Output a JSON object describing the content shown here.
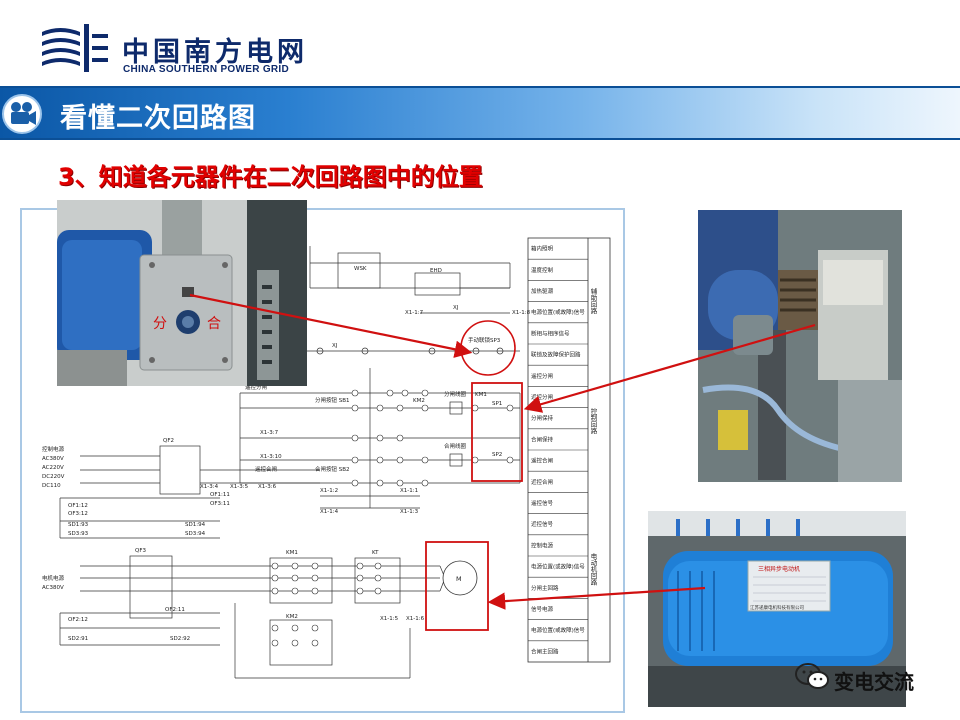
{
  "logo": {
    "name_cn": "中国南方电网",
    "name_en": "CHINA SOUTHERN POWER GRID"
  },
  "header": {
    "title": "看懂二次回路图",
    "icon": "camera-icon"
  },
  "subtitle": "3、知道各元器件在二次回路图中的位置",
  "photos": {
    "switch_labels": {
      "open": "分",
      "close": "合"
    },
    "motor_nameplate": {
      "title": "三相异步电动机",
      "maker": "江苏递康电机科技有限公司"
    }
  },
  "diagram": {
    "table_rows": [
      "箱内照明",
      "温度控制",
      "加热驱潮",
      "电源位置(或故障)信号",
      "断相与相序信号",
      "联锁及故障保护回路",
      "遥控分闸",
      "近控分闸",
      "分闸保持",
      "合闸保持",
      "遥控合闸",
      "近控合闸",
      "遥控信号",
      "近控信号",
      "控制电源",
      "电源位置(或故障)信号",
      "分闸主回路",
      "信号电源",
      "电源位置(或故障)信号",
      "合闸主回路"
    ],
    "side_labels": {
      "aux": "辅助回路",
      "control": "控制回路",
      "motor": "电动机回路"
    },
    "labels": {
      "wsk": "WSK",
      "ehd": "EHD",
      "xj": "XJ",
      "x1_17": "X1-1:7",
      "x1_18": "X1-1:8",
      "manual_lock": "手动联锁SP3",
      "xj2": "XJ",
      "remote_open": "遥控分闸",
      "open_btn": "分闸按钮 SB1",
      "km2": "KM2",
      "open_limit": "分闸线圈",
      "km1_label": "KM1",
      "sp1": "SP1",
      "sp2": "SP2",
      "x1_37": "X1-3:7",
      "x1_310": "X1-3:10",
      "remote_close": "遥控合闸",
      "close_btn": "合闸按钮 SB2",
      "close_limit": "合闸线圈",
      "x1_12": "X1-1:2",
      "x1_11": "X1-1:1",
      "x1_14": "X1-1:4",
      "x1_13": "X1-1:3",
      "ctrl_power": "控制电源",
      "ac380": "AC380V",
      "ac220": "AC220V",
      "dc220": "DC220V",
      "dc110": "DC110",
      "qf2": "QF2",
      "of1_11": "OF1:11",
      "of1_12": "OF1:12",
      "of3_11": "OF3:11",
      "of3_12": "OF3:12",
      "x1_34": "X1-3:4",
      "x1_35": "X1-3:5",
      "x1_36": "X1-3:6",
      "sd1_93": "SD1:93",
      "sd3_93": "SD3:93",
      "sd1_94": "SD1:94",
      "sd3_94": "SD3:94",
      "motor_power": "电机电源",
      "ac380v": "AC380V",
      "qf3": "QF3",
      "km1": "KM1",
      "kt": "KT",
      "km2b": "KM2",
      "motor": "M",
      "x1_16": "X1-1:6",
      "x1_15": "X1-1:5",
      "of2_11": "OF2:11",
      "of2_12": "OF2:12",
      "sd2_91": "SD2:91",
      "sd2_92": "SD2:92"
    }
  },
  "watermark": {
    "text": "变电交流",
    "icon": "wechat-icon"
  },
  "colors": {
    "brand_blue": "#0e2a6b",
    "title_bar": "#0b57a6",
    "subtitle_red": "#e10000",
    "callout_red": "#d01010",
    "frame_blue": "#a9c8e5"
  }
}
